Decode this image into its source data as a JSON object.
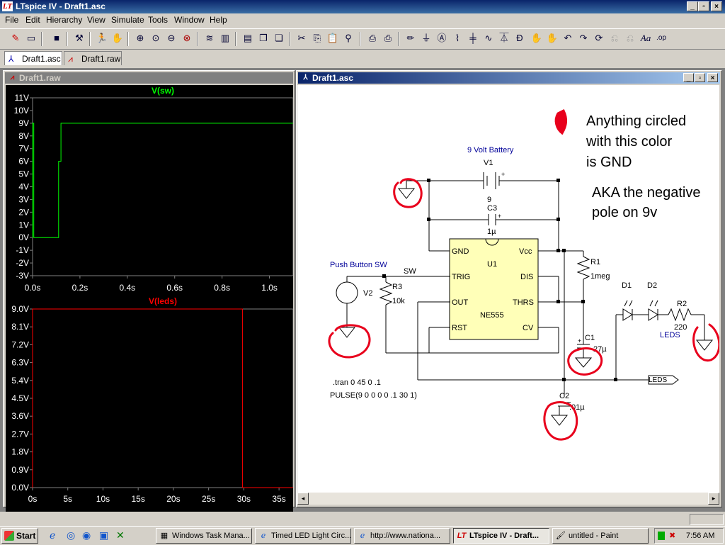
{
  "app": {
    "title": "LTspice IV - Draft1.asc",
    "logo": "LT"
  },
  "menu": [
    "File",
    "Edit",
    "Hierarchy",
    "View",
    "Simulate",
    "Tools",
    "Window",
    "Help"
  ],
  "toolbar_icons": [
    "new-schematic",
    "open",
    "save",
    "control-panel",
    "run",
    "halt",
    "zoom-in",
    "zoom-pan",
    "zoom-out",
    "zoom-cancel",
    "autorange",
    "tile-horizontal",
    "tile-vertical",
    "cascade",
    "cut",
    "copy",
    "paste",
    "find",
    "print",
    "print-preview",
    "wire",
    "ground",
    "label",
    "resistor",
    "capacitor",
    "inductor",
    "diode",
    "component",
    "move",
    "drag",
    "undo",
    "redo",
    "rotate",
    "mirror",
    "text",
    "spice-directive"
  ],
  "tabs": [
    {
      "label": "Draft1.asc",
      "icon": "schematic-icon"
    },
    {
      "label": "Draft1.raw",
      "icon": "waveform-icon"
    }
  ],
  "waveform_window": {
    "title": "Draft1.raw"
  },
  "schematic_window": {
    "title": "Draft1.asc"
  },
  "chart_data": [
    {
      "type": "line",
      "title": "V(sw)",
      "color": "#00ff00",
      "yticks": [
        "11V",
        "10V",
        "9V",
        "8V",
        "7V",
        "6V",
        "5V",
        "4V",
        "3V",
        "2V",
        "1V",
        "0V",
        "-1V",
        "-2V",
        "-3V"
      ],
      "xticks": [
        "0.0s",
        "0.2s",
        "0.4s",
        "0.6s",
        "0.8s",
        "1.0s"
      ],
      "xlim": [
        0,
        1.1
      ],
      "ylim": [
        -3,
        11
      ],
      "series": [
        {
          "name": "V(sw)",
          "x": [
            0,
            0.0,
            0.005,
            0.005,
            0.11,
            0.11,
            0.12,
            0.12,
            1.1
          ],
          "y": [
            0,
            9,
            9,
            0,
            0,
            6,
            6,
            9,
            9
          ]
        }
      ]
    },
    {
      "type": "line",
      "title": "V(leds)",
      "color": "#ff0000",
      "yticks": [
        "9.0V",
        "8.1V",
        "7.2V",
        "6.3V",
        "5.4V",
        "4.5V",
        "3.6V",
        "2.7V",
        "1.8V",
        "0.9V",
        "0.0V"
      ],
      "xticks": [
        "0s",
        "5s",
        "10s",
        "15s",
        "20s",
        "25s",
        "30s",
        "35s"
      ],
      "xlim": [
        0,
        37
      ],
      "ylim": [
        0,
        9
      ],
      "series": [
        {
          "name": "V(leds)",
          "x": [
            0,
            0,
            29.8,
            29.8,
            37
          ],
          "y": [
            0,
            9,
            9,
            0,
            0
          ]
        }
      ]
    }
  ],
  "schematic": {
    "battery_label": "9 Volt Battery",
    "v1": "V1",
    "v1_value": "9",
    "c3": "C3",
    "c3_value": "1µ",
    "u1": "U1",
    "u1_type": "NE555",
    "pins": {
      "gnd": "GND",
      "vcc": "Vcc",
      "trig": "TRIG",
      "dis": "DIS",
      "out": "OUT",
      "thrs": "THRS",
      "rst": "RST",
      "cv": "CV"
    },
    "push_button": "Push Button SW",
    "sw": "SW",
    "v2": "V2",
    "r3": "R3",
    "r3_value": "10k",
    "r1": "R1",
    "r1_value": "1meg",
    "c1": "C1",
    "c1_value": "27µ",
    "c2": "C2",
    "c2_value": ".01µ",
    "d1": "D1",
    "d2": "D2",
    "r2": "R2",
    "r2_value": "220",
    "leds_label": "LEDS",
    "leds_net": "LEDS",
    "tran": ".tran 0 45 0 .1",
    "pulse": "PULSE(9 0 0 0 0 .1 30 1)",
    "note1": [
      "Anything circled",
      "with this color",
      "is GND"
    ],
    "note2": [
      "AKA the negative",
      "pole on 9v"
    ],
    "annotation_color": "#e8001c"
  },
  "taskbar": {
    "start": "Start",
    "buttons": [
      {
        "label": "Windows Task Mana...",
        "icon": "taskmgr-icon",
        "active": false
      },
      {
        "label": "Timed LED Light Circ...",
        "icon": "ie-icon",
        "active": false
      },
      {
        "label": "http://www.nationa...",
        "icon": "ie-icon",
        "active": false
      },
      {
        "label": "LTspice IV - Draft...",
        "icon": "ltspice-icon",
        "active": true
      },
      {
        "label": "untitled - Paint",
        "icon": "paint-icon",
        "active": false
      }
    ],
    "clock": "7:56 AM"
  }
}
